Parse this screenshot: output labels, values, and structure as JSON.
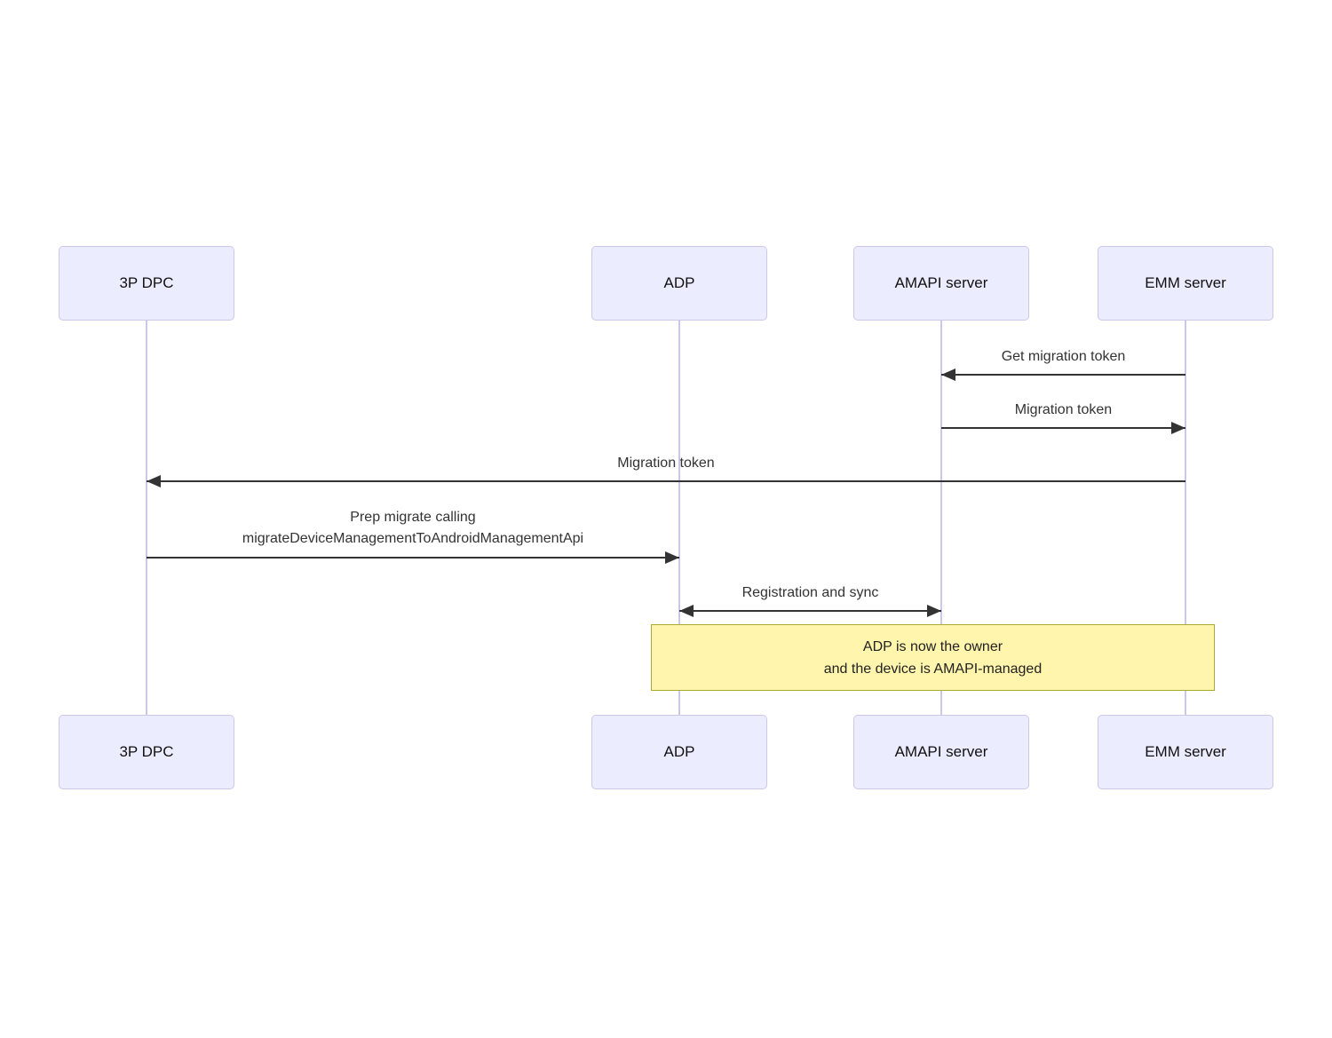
{
  "colors": {
    "actor_fill": "#ECECFF",
    "actor_border": "#CFC6EC",
    "lifeline": "#CCC7E6",
    "signal": "#333333",
    "note_fill": "#FFF5AD",
    "note_border": "#AAAA33"
  },
  "actors": [
    {
      "label": "3P DPC"
    },
    {
      "label": "ADP"
    },
    {
      "label": "AMAPI server"
    },
    {
      "label": "EMM server"
    }
  ],
  "messages": [
    {
      "label": "Get migration token",
      "from": "EMM server",
      "to": "AMAPI server"
    },
    {
      "label": "Migration token",
      "from": "AMAPI server",
      "to": "EMM server"
    },
    {
      "label": "Migration token",
      "from": "EMM server",
      "to": "3P DPC"
    },
    {
      "label": "Prep migrate calling\nmigrateDeviceManagementToAndroidManagementApi",
      "from": "3P DPC",
      "to": "ADP"
    },
    {
      "label": "Registration and sync",
      "from": "ADP",
      "to": "AMAPI server",
      "bidirectional": true
    }
  ],
  "note": {
    "label": "ADP is now the owner\nand the device is AMAPI-managed",
    "spans": [
      "ADP",
      "EMM server"
    ]
  }
}
